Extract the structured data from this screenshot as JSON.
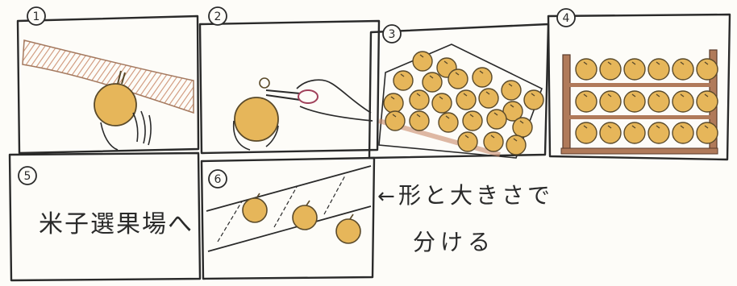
{
  "panels": [
    {
      "number": "1"
    },
    {
      "number": "2"
    },
    {
      "number": "3"
    },
    {
      "number": "4"
    },
    {
      "number": "5",
      "text": "米子選果場へ"
    },
    {
      "number": "6"
    }
  ],
  "note": {
    "arrow": "←",
    "line1": "形と大きさで",
    "line2": "分ける"
  },
  "colors": {
    "apple": "#e6b65a",
    "apple_outline": "#5a4a2a",
    "branch": "#c98a6a",
    "crate": "#b07a5a",
    "ink": "#2a2a2a"
  }
}
